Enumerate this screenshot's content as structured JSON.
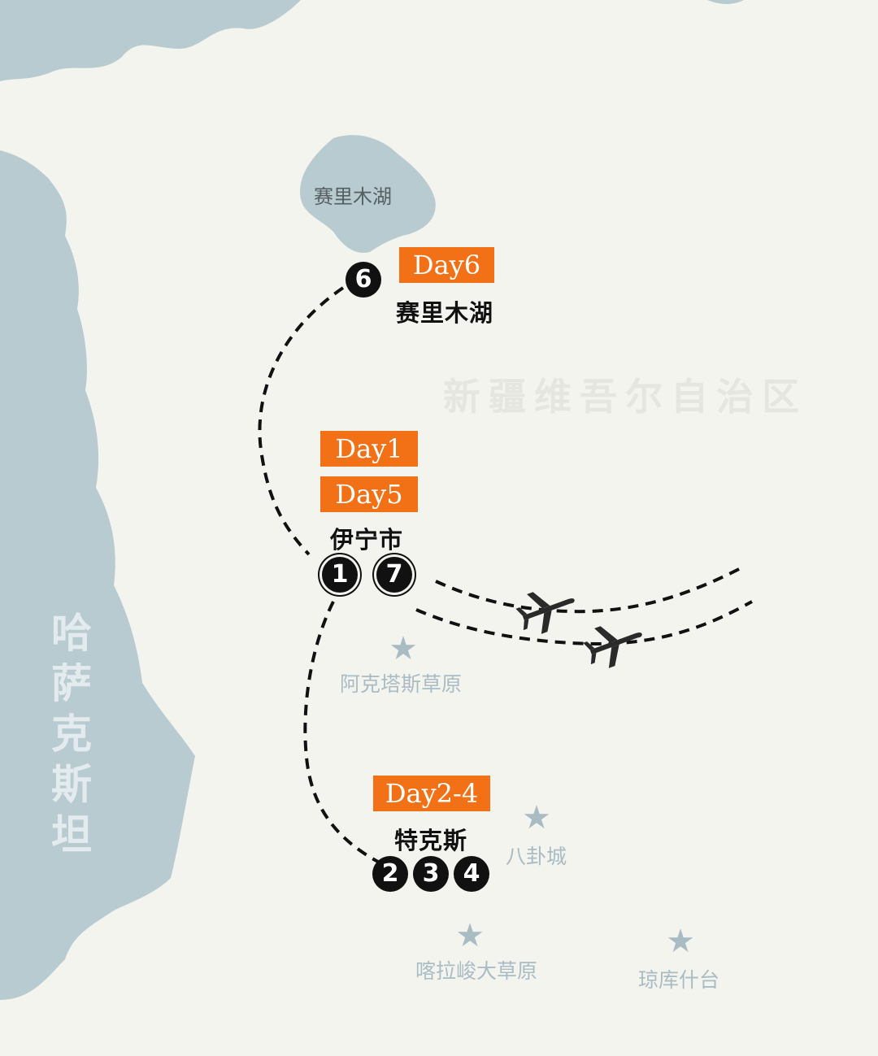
{
  "regions": {
    "china_region": "新疆维吾尔自治区",
    "kazakhstan": "哈萨克斯坦"
  },
  "lake": {
    "label": "赛里木湖"
  },
  "stops": [
    {
      "id": "sayram",
      "days": [
        "Day6"
      ],
      "name": "赛里木湖",
      "badges": [
        "6"
      ]
    },
    {
      "id": "yining",
      "days": [
        "Day1",
        "Day5"
      ],
      "name": "伊宁市",
      "badges": [
        "1",
        "7"
      ]
    },
    {
      "id": "tekes",
      "days": [
        "Day2-4"
      ],
      "name": "特克斯",
      "badges": [
        "2",
        "3",
        "4"
      ]
    }
  ],
  "points_of_interest": [
    {
      "name": "阿克塔斯草原",
      "icon": "star-icon"
    },
    {
      "name": "八卦城",
      "icon": "star-icon"
    },
    {
      "name": "喀拉峻大草原",
      "icon": "star-icon"
    },
    {
      "name": "琼库什台",
      "icon": "star-icon"
    }
  ],
  "icons": {
    "flight": "airplane-icon",
    "poi": "star-icon"
  },
  "colors": {
    "land": "#f4f4ef",
    "water": "#b8cbd0",
    "accent": "#f27117",
    "badge": "#111111",
    "poi": "#a9bcc4"
  }
}
